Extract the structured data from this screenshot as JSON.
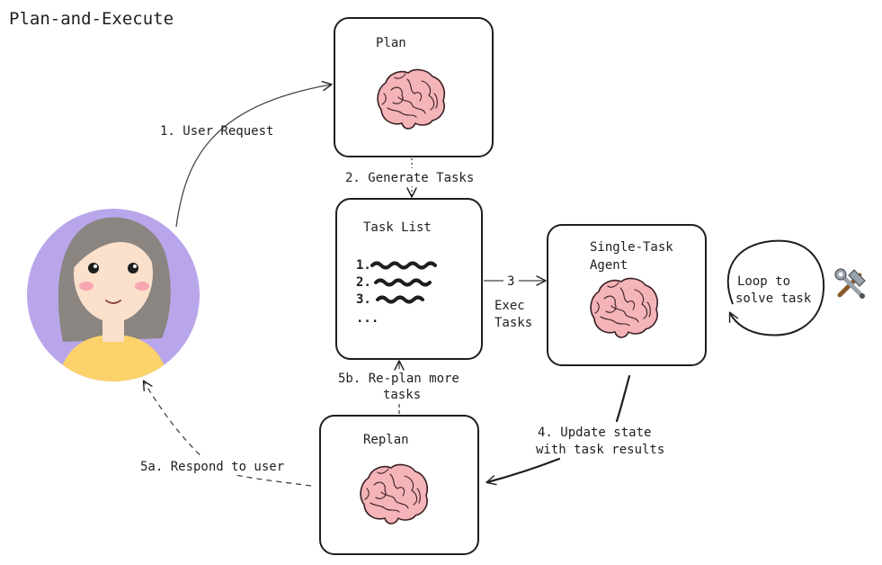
{
  "diagram": {
    "title": "Plan-and-Execute",
    "nodes": {
      "plan": {
        "label": "Plan"
      },
      "task_list": {
        "label": "Task List",
        "items": [
          "1.",
          "2.",
          "3.",
          "..."
        ]
      },
      "agent": {
        "label_line1": "Single-Task",
        "label_line2": "Agent"
      },
      "replan": {
        "label": "Replan"
      },
      "loop": {
        "label_line1": "Loop to",
        "label_line2": "solve task"
      }
    },
    "edges": {
      "user_request": "1. User Request",
      "generate_tasks": "2. Generate Tasks",
      "exec_number": "3",
      "exec_line1": "Exec",
      "exec_line2": "Tasks",
      "update_line1": "4. Update state",
      "update_line2": "with task results",
      "replan_more_line1": "5b. Re-plan more",
      "replan_more_line2": "tasks",
      "respond": "5a. Respond to user"
    },
    "colors": {
      "stroke": "#1e1e1e",
      "brain_fill": "#f4b4b8",
      "brain_stroke": "#3a2024",
      "avatar_bg": "#b9a6ea",
      "hair": "#8a8580",
      "skin": "#fbe0cc",
      "shirt": "#fcd26a"
    },
    "icons": [
      "brain-icon",
      "tools-icon",
      "user-avatar"
    ]
  }
}
